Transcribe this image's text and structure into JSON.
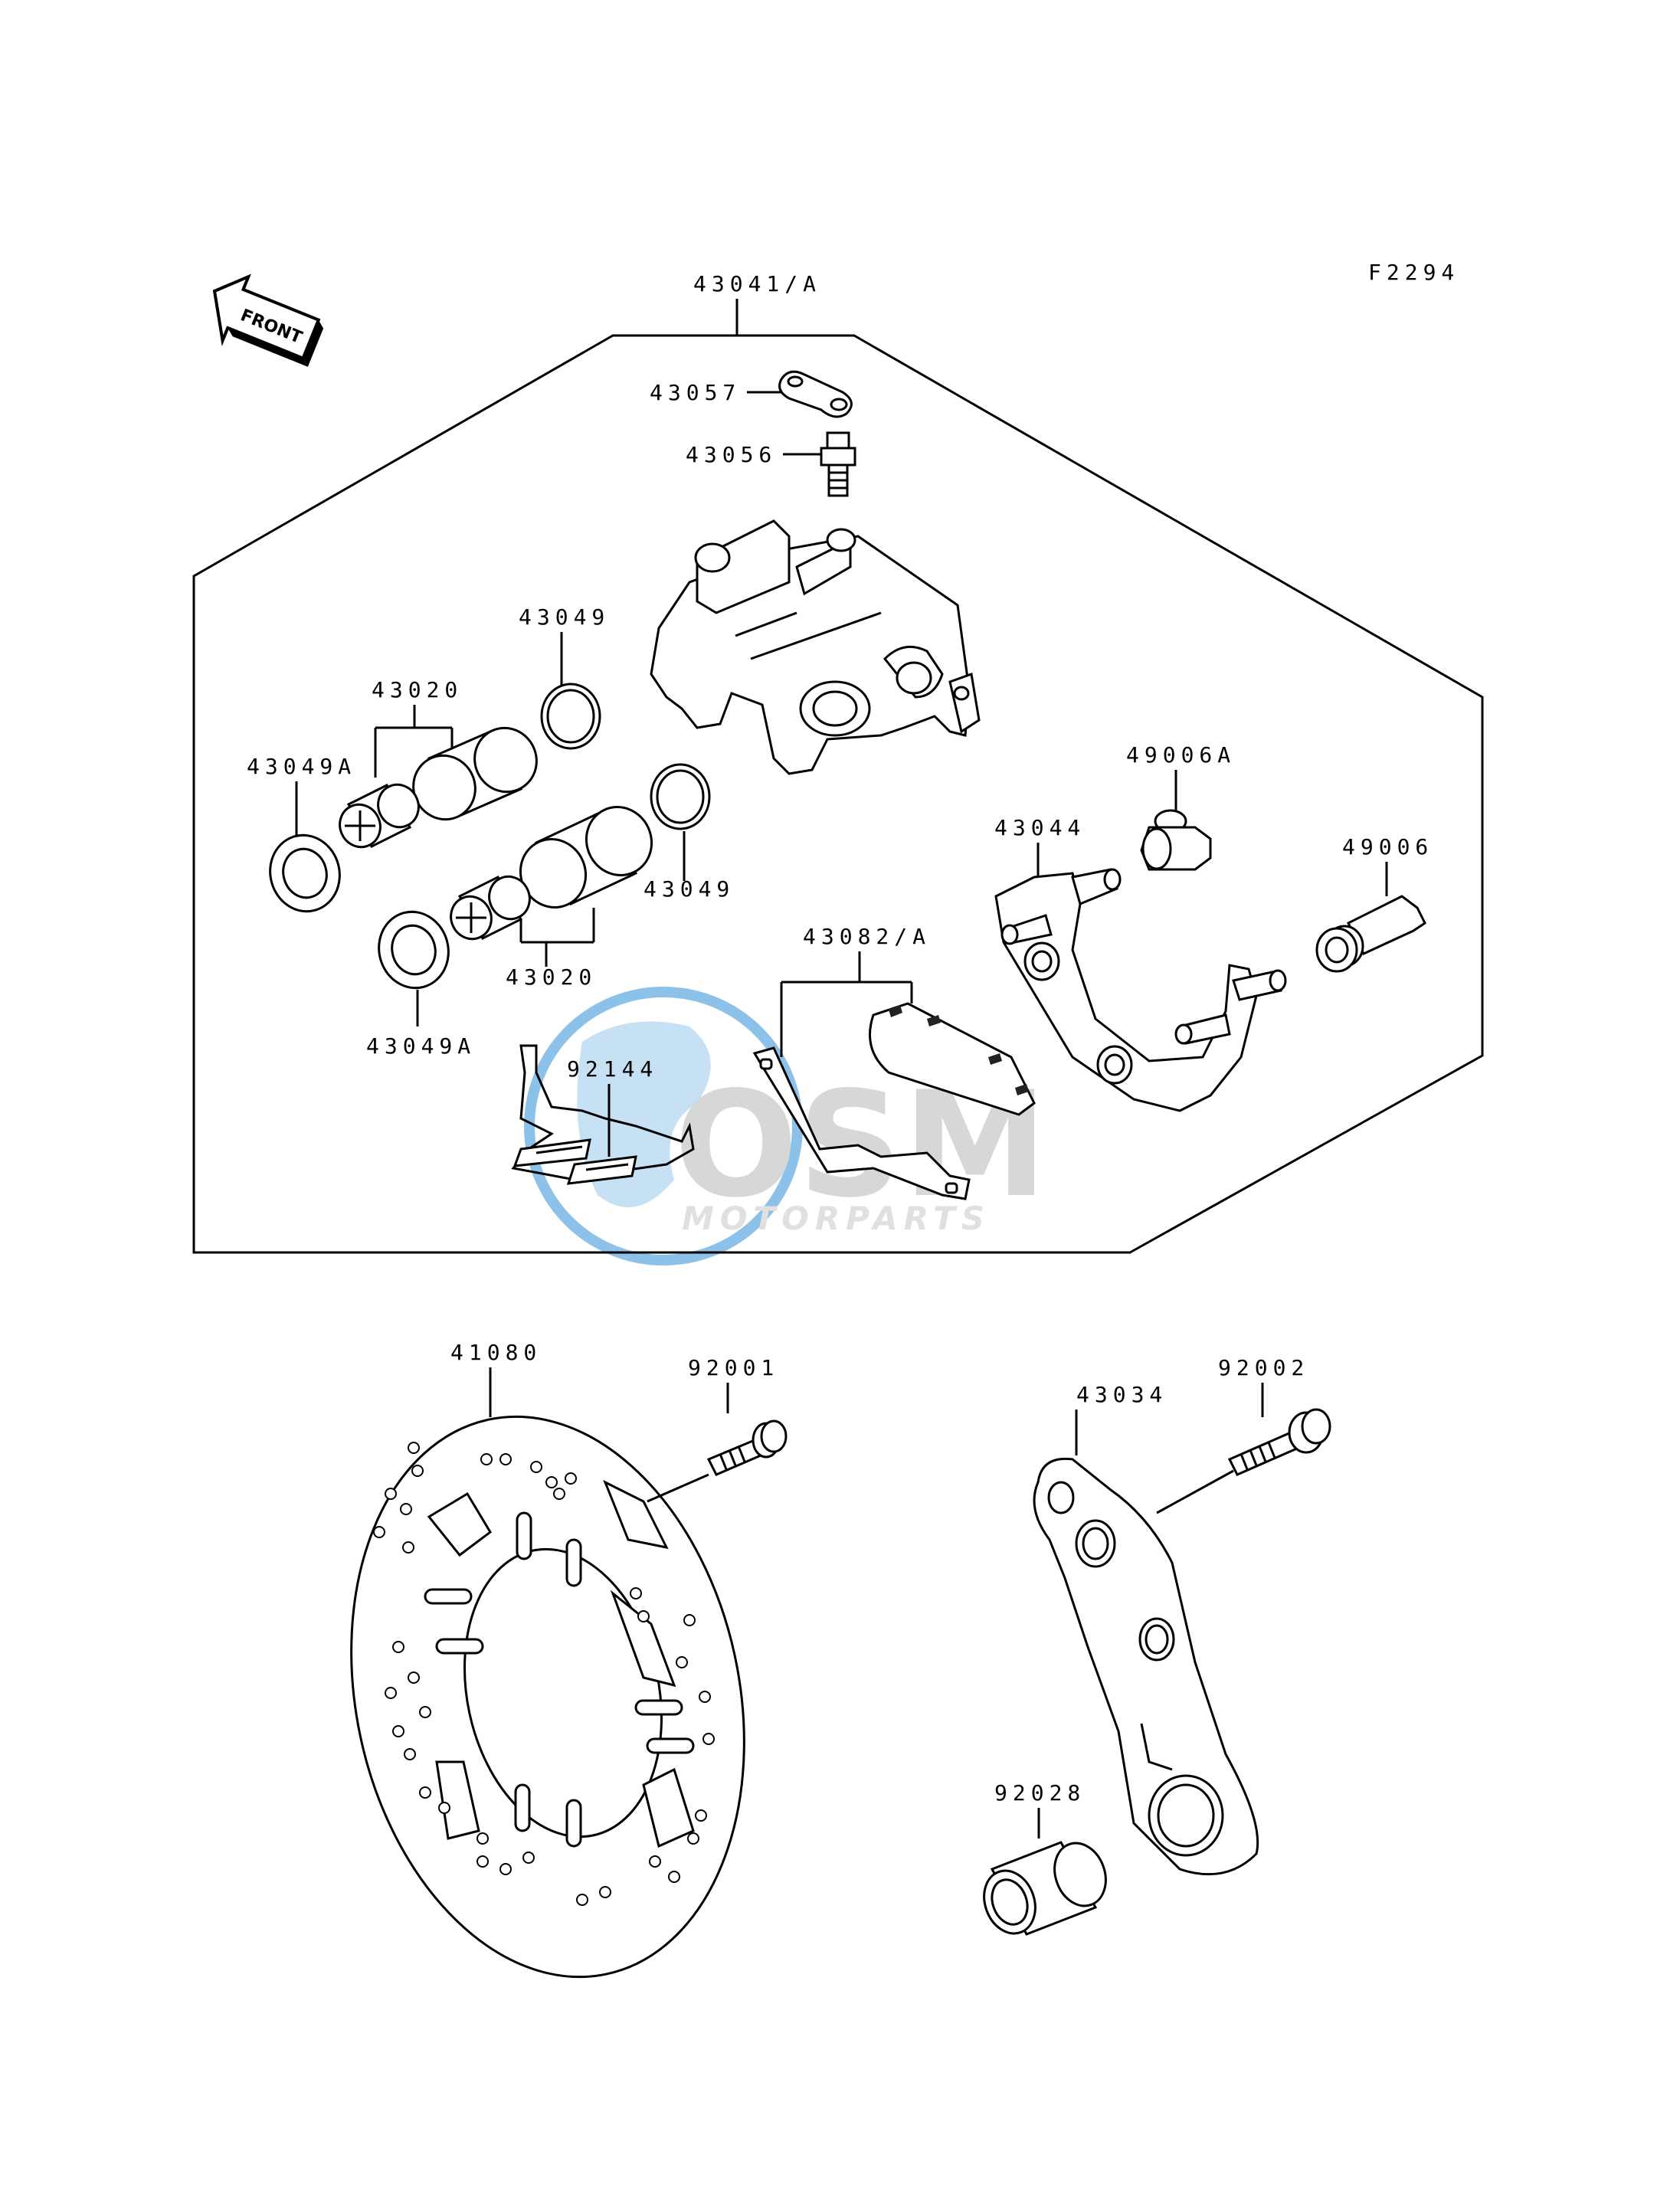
{
  "figure_code": "F2294",
  "front_arrow_text": "FRONT",
  "watermark": {
    "brand": "OSM",
    "subtitle": "MOTORPARTS"
  },
  "labels": {
    "caliper_assy": "43041/A",
    "bleeder_cap": "43057",
    "bleeder_valve": "43056",
    "seal_upper": "43049",
    "piston_upper": "43020",
    "dust_seal_upper": "43049A",
    "seal_lower": "43049",
    "piston_lower": "43020",
    "dust_seal_lower": "43049A",
    "pad_set": "43082/A",
    "pad_spring": "92144",
    "holder": "43044",
    "boot": "49006A",
    "pin": "49006",
    "disc": "41080",
    "disc_bolt": "92001",
    "torque_link": "43034",
    "link_bolt": "92002",
    "collar": "92028"
  },
  "colors": {
    "line": "#000000",
    "watermark_blue": "#2f8fd8",
    "watermark_gray": "#b8b8b8"
  }
}
